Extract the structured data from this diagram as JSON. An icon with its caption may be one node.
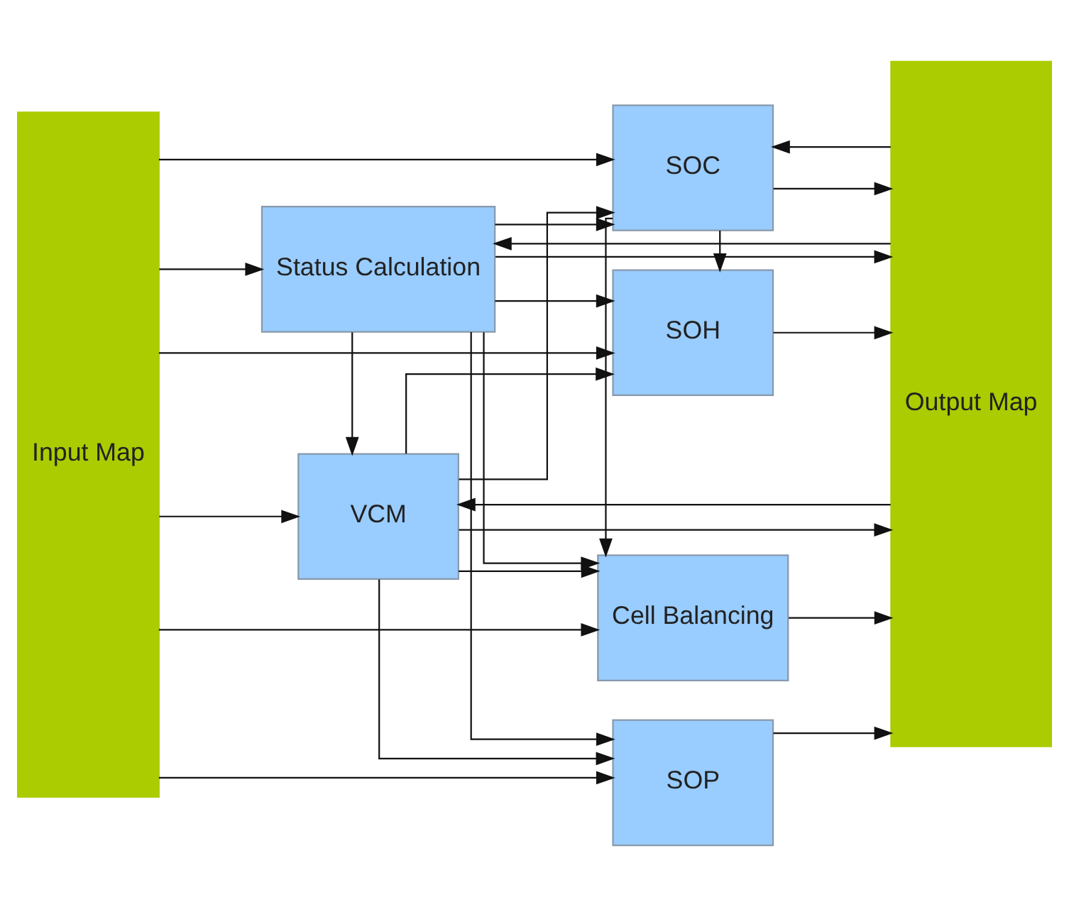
{
  "diagram": {
    "nodes": [
      {
        "text": [
          "Input Map"
        ]
      },
      {
        "text": [
          "Status Calculation"
        ]
      },
      {
        "text": [
          "VCM"
        ]
      },
      {
        "text": [
          "SOC"
        ]
      },
      {
        "text": [
          "SOH"
        ]
      },
      {
        "text": [
          "Cell Balancing"
        ]
      },
      {
        "text": [
          "SOP"
        ]
      },
      {
        "text": [
          "Output Map"
        ]
      }
    ],
    "edges": [
      {
        "from": 0,
        "to": 1,
        "arrow": "to"
      },
      {
        "from": 1,
        "to": 2,
        "arrow": "to"
      },
      {
        "from": 7,
        "to": 1,
        "arrow": "to"
      },
      {
        "from": 7,
        "to": 2,
        "arrow": "to"
      },
      {
        "from": 7,
        "to": 3,
        "arrow": "to"
      },
      {
        "from": 2,
        "to": 3,
        "arrow": "to"
      },
      {
        "from": 1,
        "to": 3,
        "arrow": "to"
      },
      {
        "from": 0,
        "to": 3,
        "arrow": "to"
      },
      {
        "from": 3,
        "to": 7,
        "arrow": "to"
      },
      {
        "from": 0,
        "to": 2,
        "arrow": "to"
      },
      {
        "from": 0,
        "to": 4,
        "arrow": "to"
      },
      {
        "from": 1,
        "to": 4,
        "arrow": "to"
      },
      {
        "from": 2,
        "to": 4,
        "arrow": "to"
      },
      {
        "from": 3,
        "to": 4,
        "arrow": "to"
      },
      {
        "from": 4,
        "to": 7,
        "arrow": "to"
      },
      {
        "from": 0,
        "to": 5,
        "arrow": "to"
      },
      {
        "from": 1,
        "to": 5,
        "arrow": "to"
      },
      {
        "from": 2,
        "to": 5,
        "arrow": "to"
      },
      {
        "from": 3,
        "to": 5,
        "arrow": "to"
      },
      {
        "from": 5,
        "to": 7,
        "arrow": "to"
      },
      {
        "from": 0,
        "to": 6,
        "arrow": "to"
      },
      {
        "from": 1,
        "to": 6,
        "arrow": "to"
      },
      {
        "from": 2,
        "to": 6,
        "arrow": "to"
      },
      {
        "from": 6,
        "to": 7,
        "arrow": "to"
      },
      {
        "from": 1,
        "to": 7,
        "arrow": "to"
      },
      {
        "from": 2,
        "to": 7,
        "arrow": "to"
      }
    ]
  }
}
